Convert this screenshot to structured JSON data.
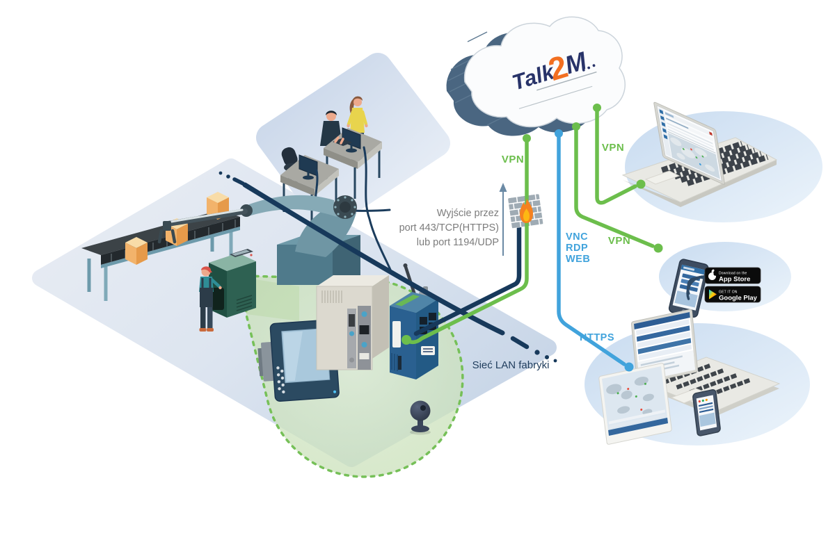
{
  "title": "Talk2M remote access network diagram",
  "cloud": {
    "logo": {
      "talk": "Talk",
      "two": "2",
      "m": "M"
    }
  },
  "connections": {
    "vpn_ewon_label": "VPN",
    "vpn_laptop_label": "VPN",
    "vpn_mobile_label": "VPN",
    "protocols": {
      "vnc": "VNC",
      "rdp": "RDP",
      "web": "WEB"
    },
    "https_label": "HTTPS"
  },
  "annotations": {
    "firewall_note": {
      "line1": "Wyjście przez",
      "line2": "port 443/TCP(HTTPS)",
      "line3": "lub port 1194/UDP"
    },
    "lan_label": "Sieć LAN fabryki"
  },
  "badges": {
    "app_store": {
      "top": "Download on the",
      "name": "App Store"
    },
    "google_play": {
      "top": "GET IT ON",
      "name": "Google Play"
    }
  },
  "colors": {
    "green": "#6cbe4c",
    "blue": "#41a3dc",
    "navy": "#17395b",
    "orange": "#f26f21",
    "gray_text": "#7c7c7c"
  }
}
